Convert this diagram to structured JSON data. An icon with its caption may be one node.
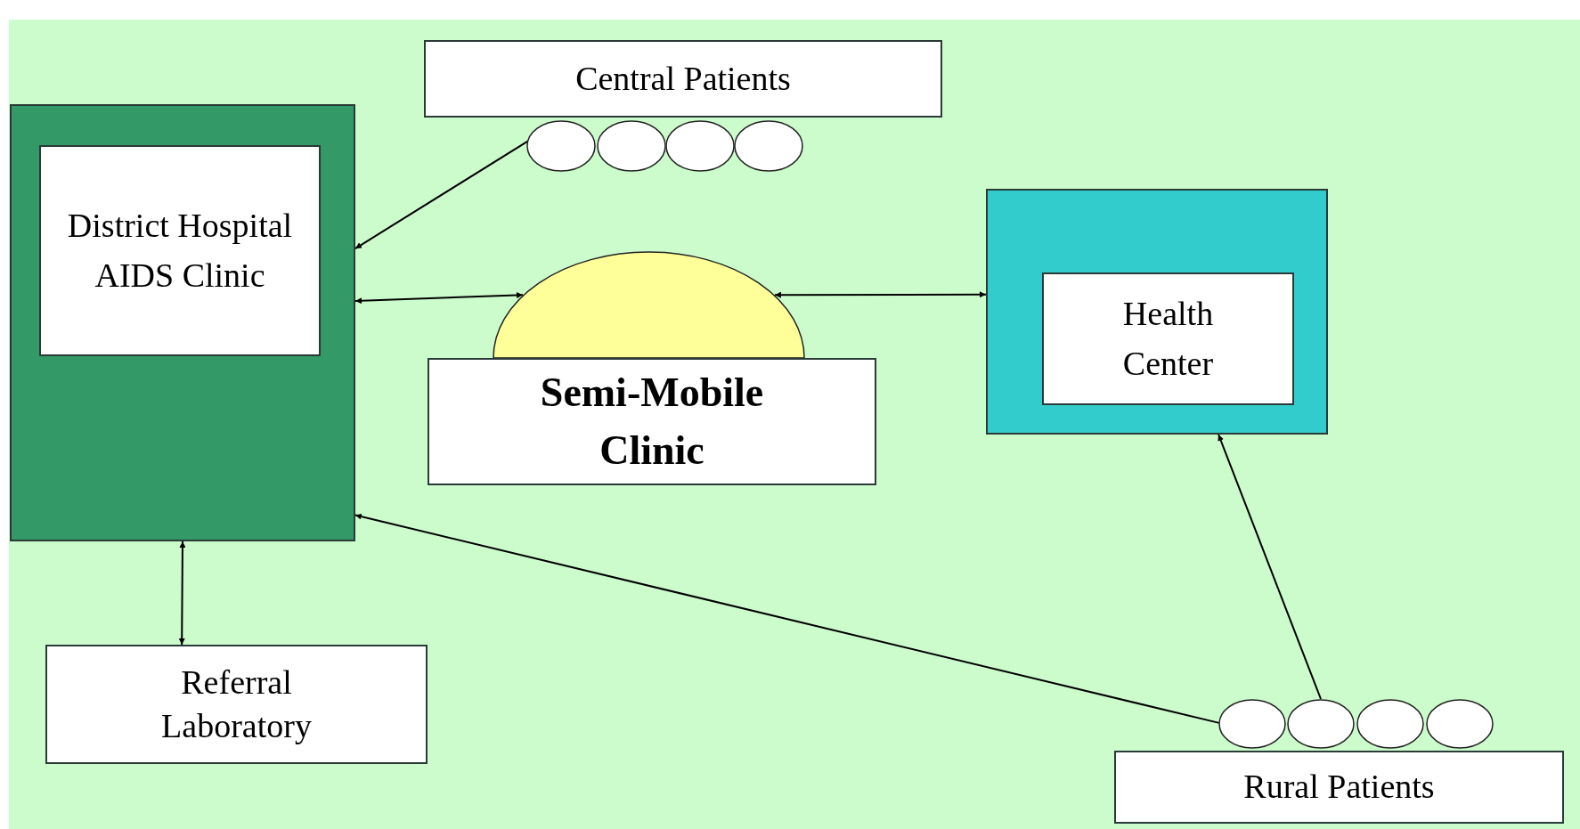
{
  "diagram": {
    "nodes": [
      {
        "text": [
          "Central Patients"
        ]
      },
      {
        "text": [],
        "shape": "circle"
      },
      {
        "text": [],
        "shape": "circle"
      },
      {
        "text": [],
        "shape": "circle"
      },
      {
        "text": [],
        "shape": "circle"
      },
      {
        "text": [],
        "shape": "box"
      },
      {
        "text": [
          "District Hospital AIDS Clinic"
        ],
        "in": 5
      },
      {
        "text": [],
        "shape": "dome"
      },
      {
        "text": [
          "Semi-Mobile Clinic"
        ]
      },
      {
        "text": [],
        "shape": "box"
      },
      {
        "text": [
          "Health Center"
        ],
        "in": 9
      },
      {
        "text": [
          "Referral Laboratory"
        ]
      },
      {
        "text": [],
        "shape": "circle"
      },
      {
        "text": [],
        "shape": "circle"
      },
      {
        "text": [],
        "shape": "circle"
      },
      {
        "text": [],
        "shape": "circle"
      },
      {
        "text": [
          "Rural Patients"
        ]
      }
    ],
    "edges": [
      {
        "from": 1,
        "to": 5,
        "arrow": "to"
      },
      {
        "from": 5,
        "to": 7,
        "arrow": "both"
      },
      {
        "from": 7,
        "to": 9,
        "arrow": "both"
      },
      {
        "from": 5,
        "to": 11,
        "arrow": "both"
      },
      {
        "from": 12,
        "to": 5,
        "arrow": "to"
      },
      {
        "from": 13,
        "to": 9,
        "arrow": "to"
      }
    ]
  }
}
